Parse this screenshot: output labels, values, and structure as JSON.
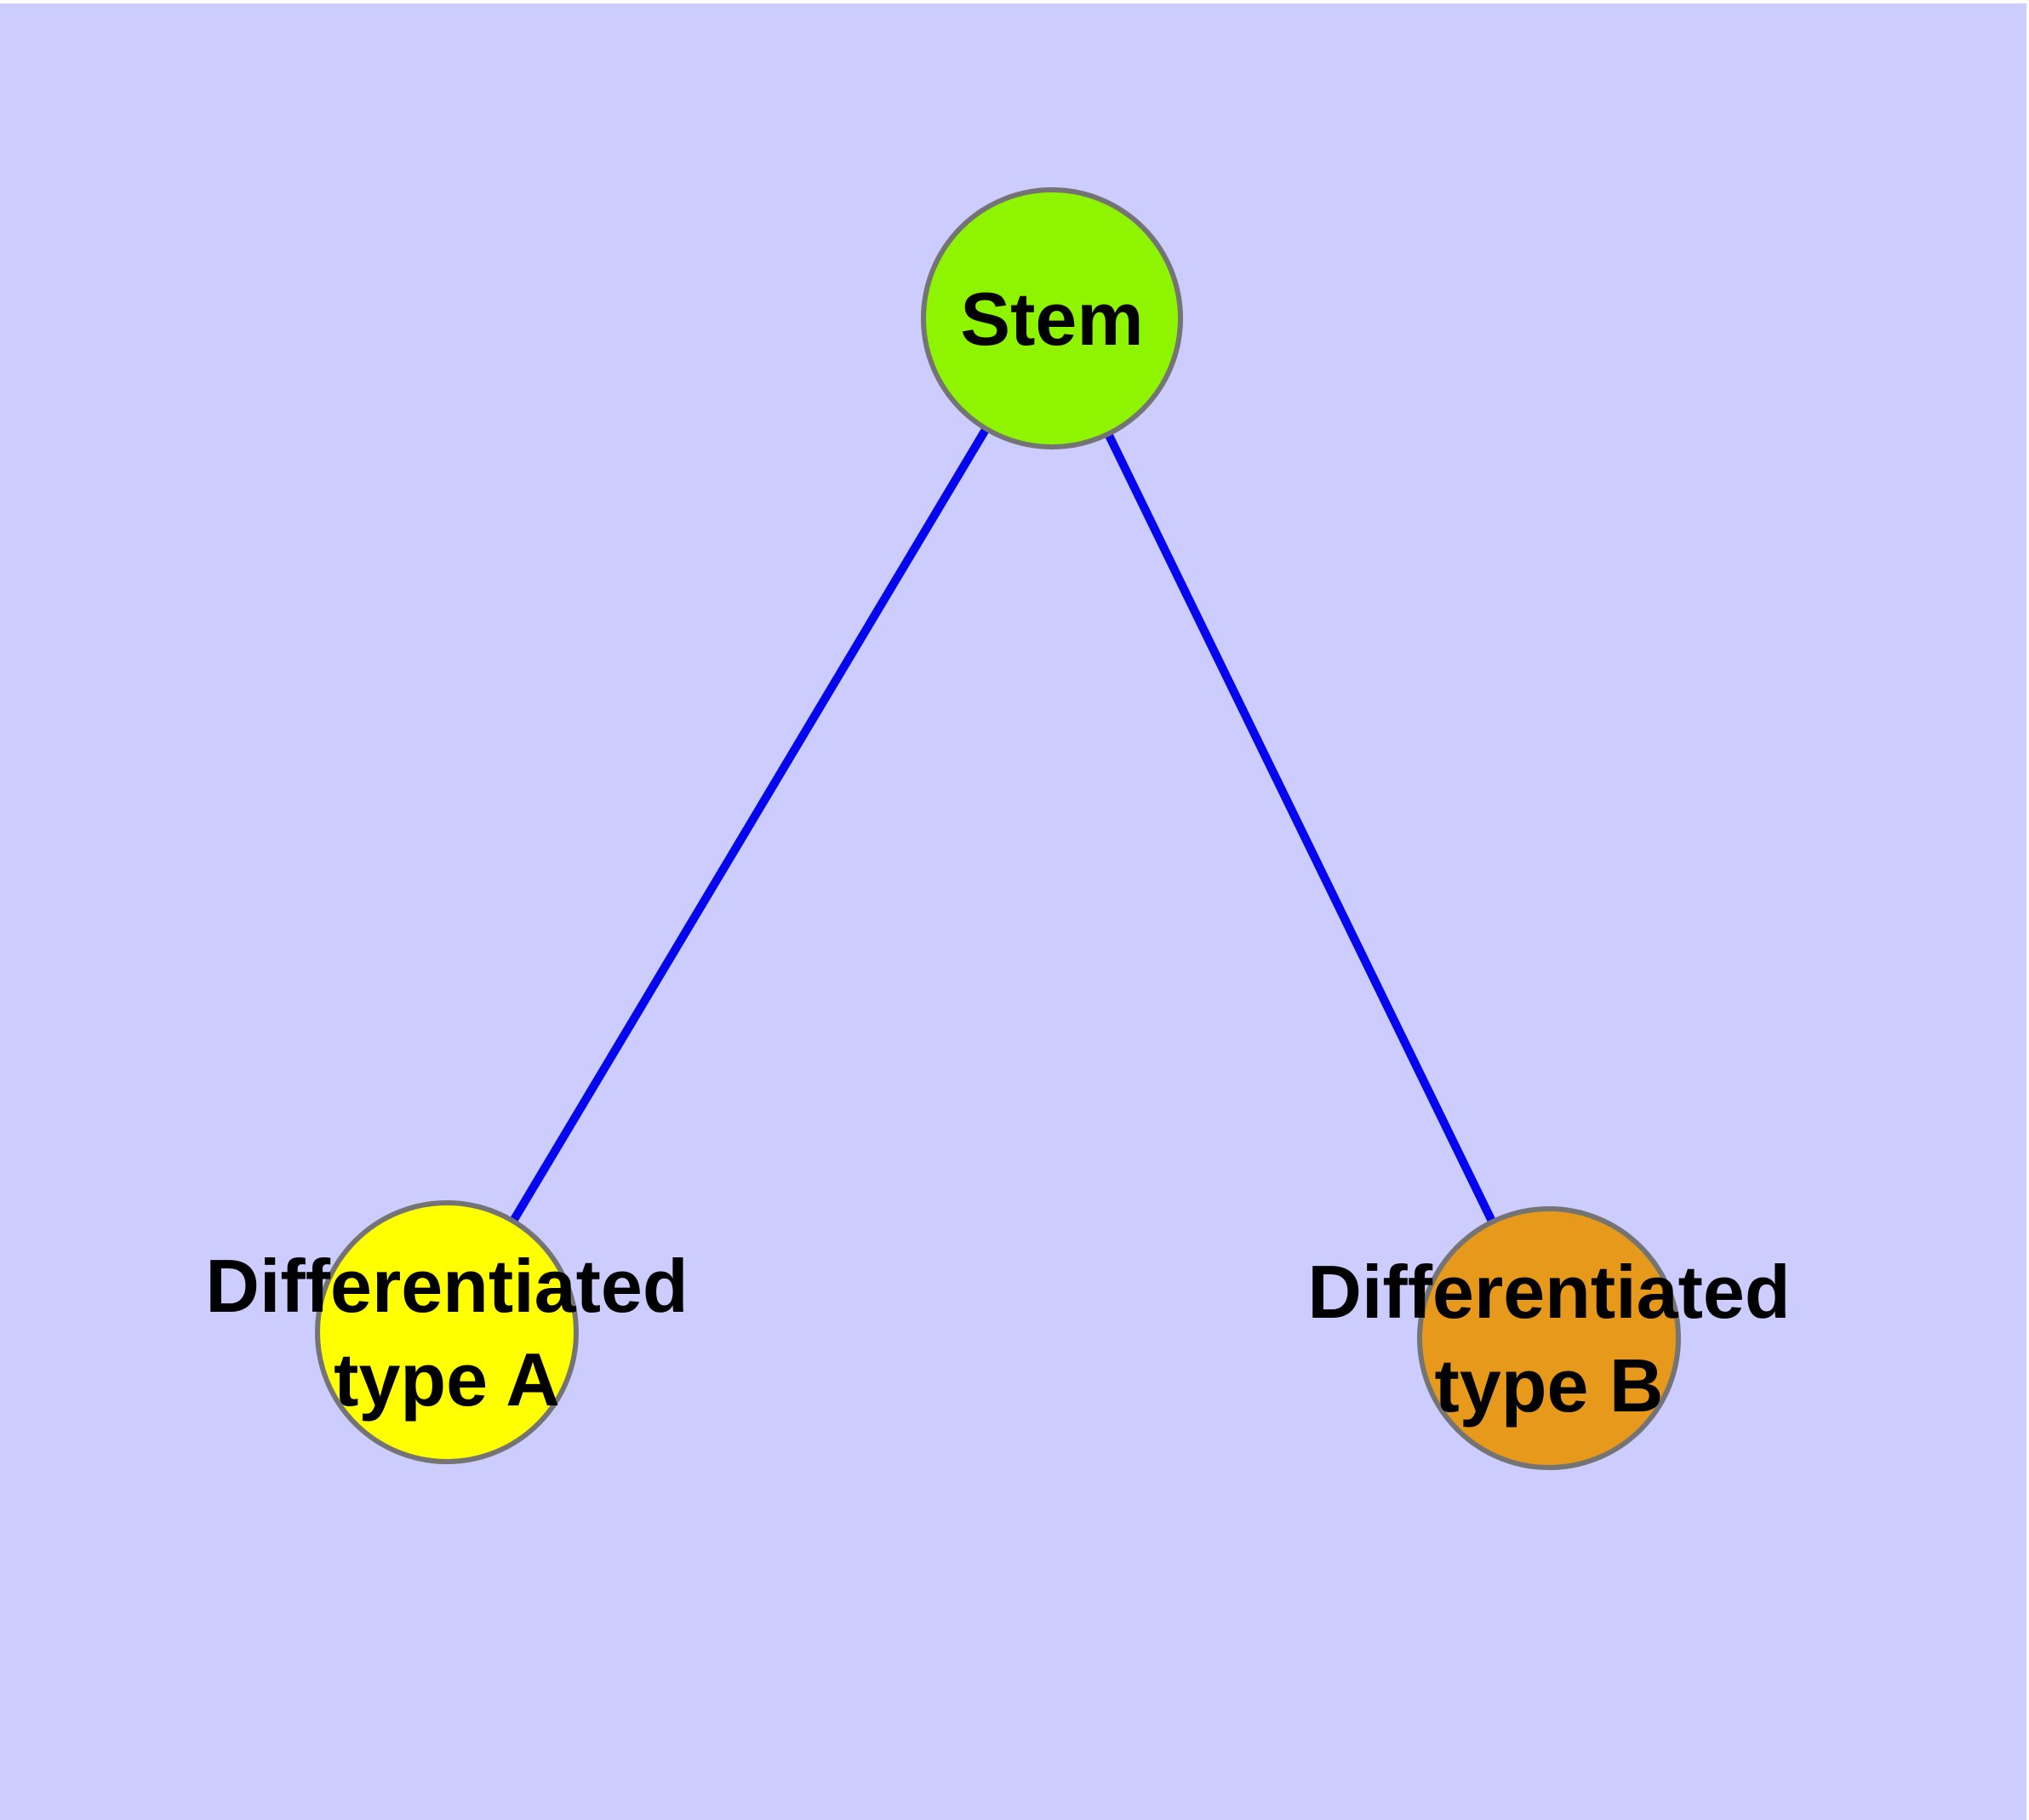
{
  "diagram": {
    "background_color": "#ccccff",
    "margin_color": "#ffffff",
    "edge_color": "#0505ee",
    "node_border_color": "#747474",
    "label_color": "#000000",
    "nodes": [
      {
        "id": "stem",
        "lines": [
          "Stem"
        ],
        "fill": "#8ef400"
      },
      {
        "id": "type-a",
        "lines": [
          "Differentiated",
          "type A"
        ],
        "fill": "#ffff00"
      },
      {
        "id": "type-b",
        "lines": [
          "Differentiated",
          "type B"
        ],
        "fill": "#e6991a"
      }
    ],
    "edges": [
      {
        "from": "Stem",
        "to": "Differentiated type A"
      },
      {
        "from": "Stem",
        "to": "Differentiated type B"
      }
    ]
  }
}
